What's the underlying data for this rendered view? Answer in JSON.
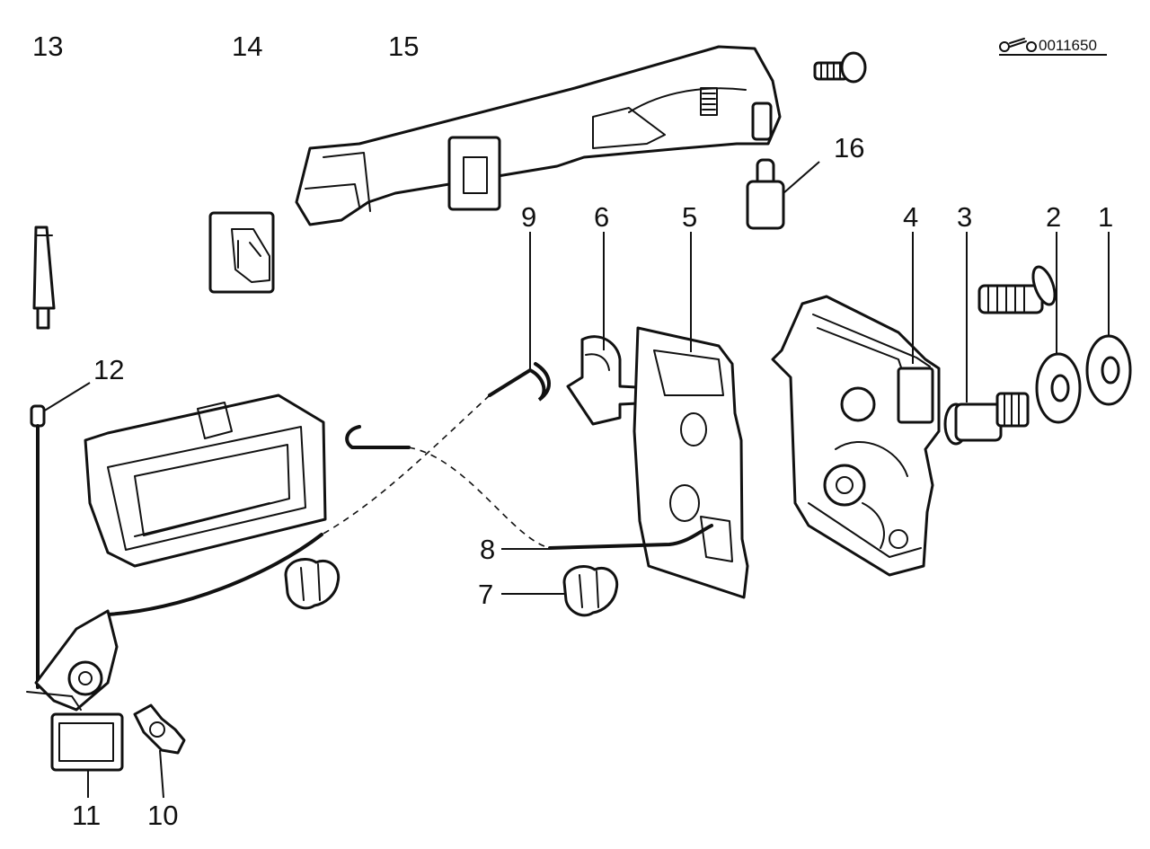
{
  "figure": {
    "reference_code": "0011650",
    "callouts": {
      "c1": "1",
      "c2": "2",
      "c3": "3",
      "c4": "4",
      "c5": "5",
      "c6": "6",
      "c7": "7",
      "c8": "8",
      "c9": "9",
      "c10": "10",
      "c11": "11",
      "c12": "12",
      "c13": "13",
      "c14": "14",
      "c15": "15",
      "c16": "16"
    }
  }
}
